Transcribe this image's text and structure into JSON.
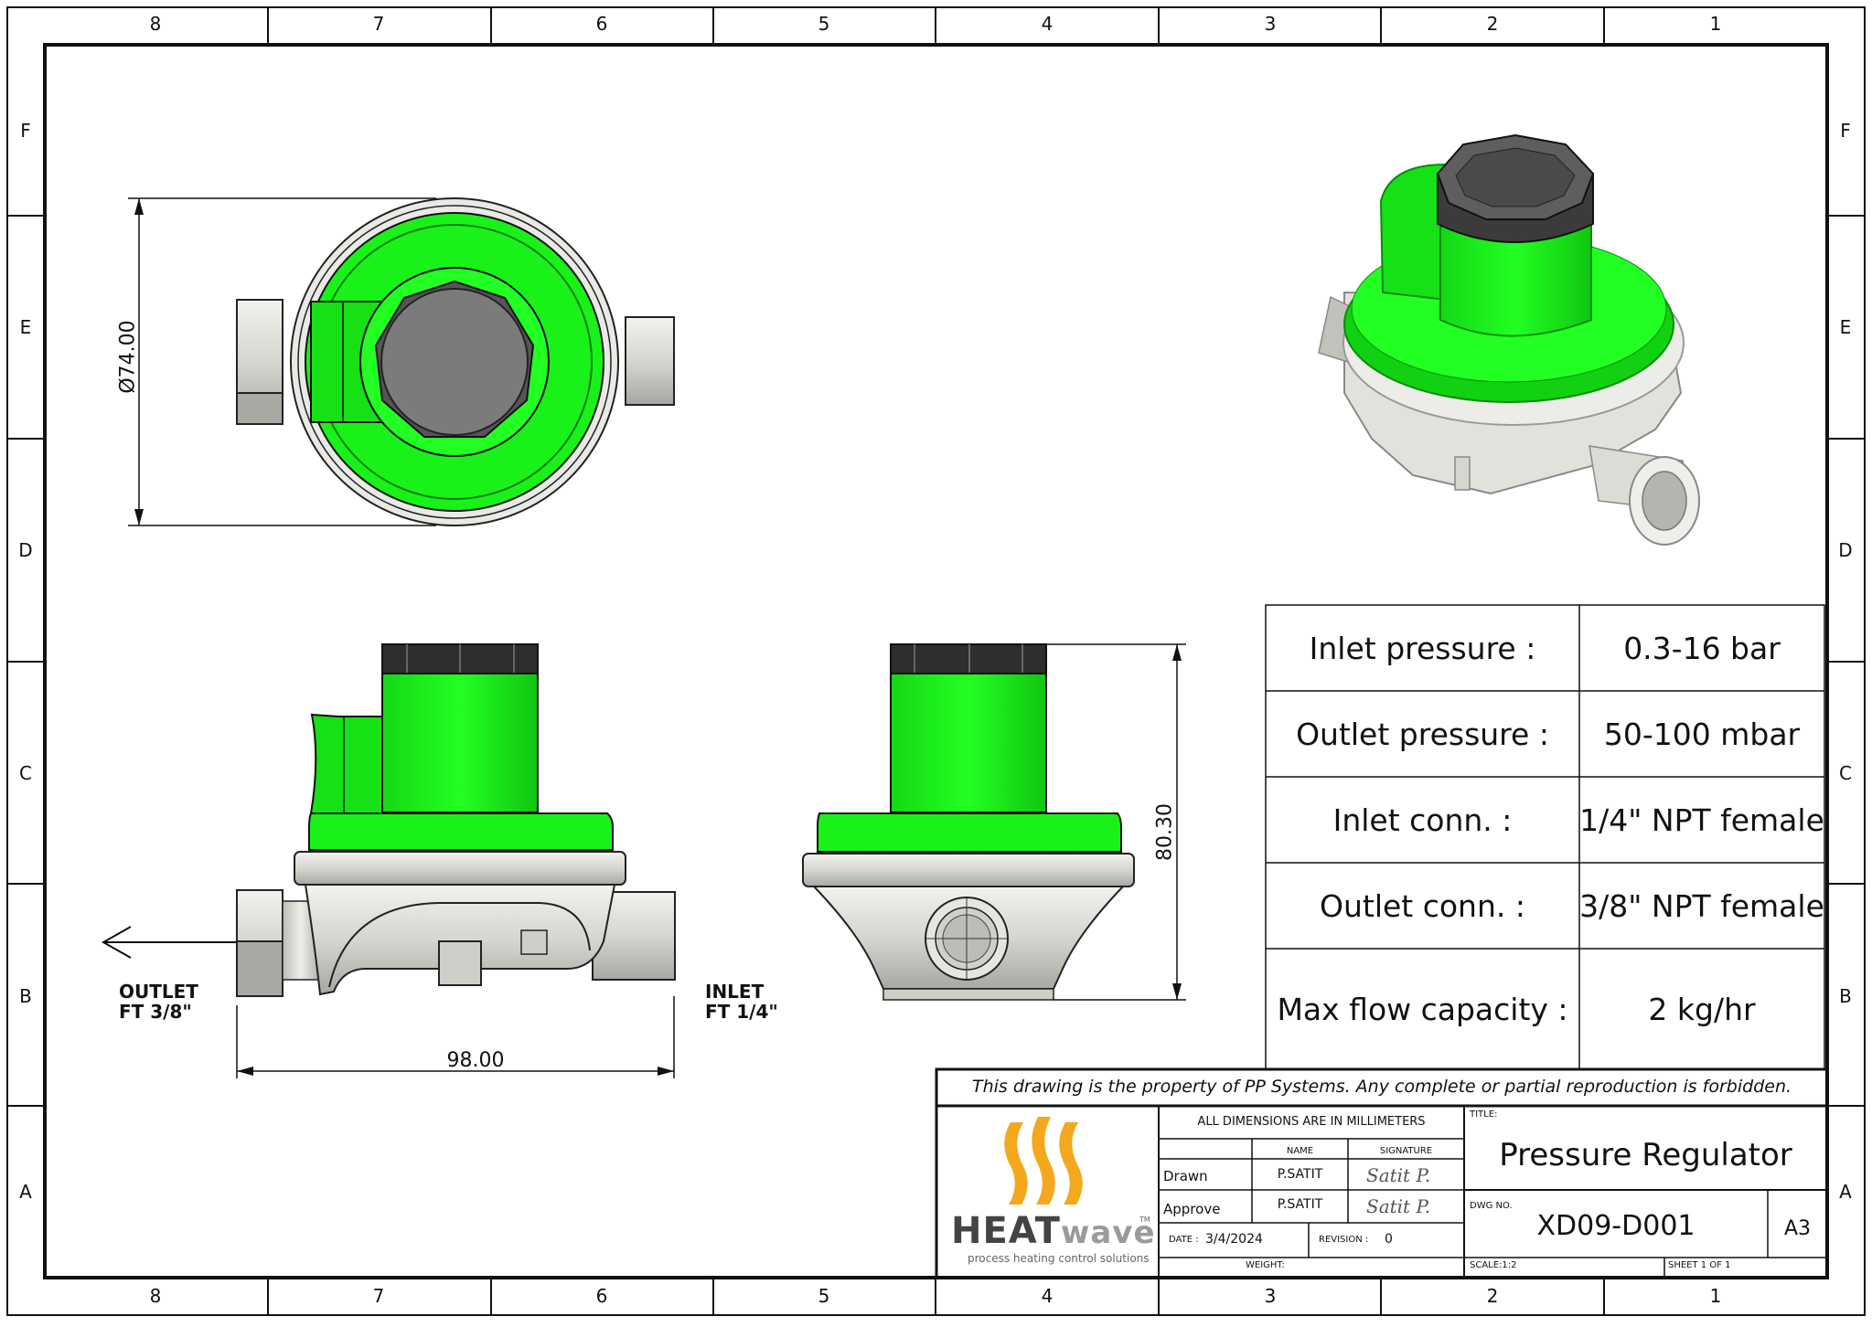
{
  "zones": {
    "columns": [
      "8",
      "7",
      "6",
      "5",
      "4",
      "3",
      "2",
      "1"
    ],
    "rows": [
      "F",
      "E",
      "D",
      "C",
      "B",
      "A"
    ]
  },
  "dimensions": {
    "diameter": "Ø74.00",
    "width": "98.00",
    "height": "80.30"
  },
  "labels": {
    "outlet_line1": "OUTLET",
    "outlet_line2": "FT 3/8\"",
    "inlet_line1": "INLET",
    "inlet_line2": "FT 1/4\""
  },
  "specs": [
    {
      "label": "Inlet pressure :",
      "value": "0.3-16 bar"
    },
    {
      "label": "Outlet pressure :",
      "value": "50-100 mbar"
    },
    {
      "label": "Inlet conn. :",
      "value": "1/4\" NPT female"
    },
    {
      "label": "Outlet conn. :",
      "value": "3/8\" NPT female"
    },
    {
      "label": "Max flow capacity :",
      "value": "2 kg/hr"
    }
  ],
  "title_block": {
    "notice": "This drawing is the property of PP Systems. Any complete or partial reproduction is forbidden.",
    "units_note": "ALL DIMENSIONS ARE IN MILLIMETERS",
    "col_name": "NAME",
    "col_signature": "SIGNATURE",
    "drawn_label": "Drawn",
    "drawn_name": "P.SATIT",
    "drawn_sig": "Satit P.",
    "approve_label": "Approve",
    "approve_name": "P.SATIT",
    "approve_sig": "Satit P.",
    "date_label": "DATE :",
    "date_value": "3/4/2024",
    "revision_label": "REVISION :",
    "revision_value": "0",
    "weight_label": "WEIGHT:",
    "title_label": "TITLE:",
    "title": "Pressure Regulator",
    "dwg_label": "DWG NO.",
    "dwg_no": "XD09-D001",
    "size": "A3",
    "scale": "SCALE:1:2",
    "sheet": "SHEET 1 OF 1"
  },
  "logo": {
    "brand_bold": "HEAT",
    "brand_light": "wave",
    "tm": "TM",
    "tagline": "process heating control solutions"
  },
  "colors": {
    "green": "#19f219",
    "dark_green": "#0e9d0e",
    "cap": "#3a3a3a",
    "body": "#d8d8d2",
    "logo_orange": "#f4a81d"
  }
}
